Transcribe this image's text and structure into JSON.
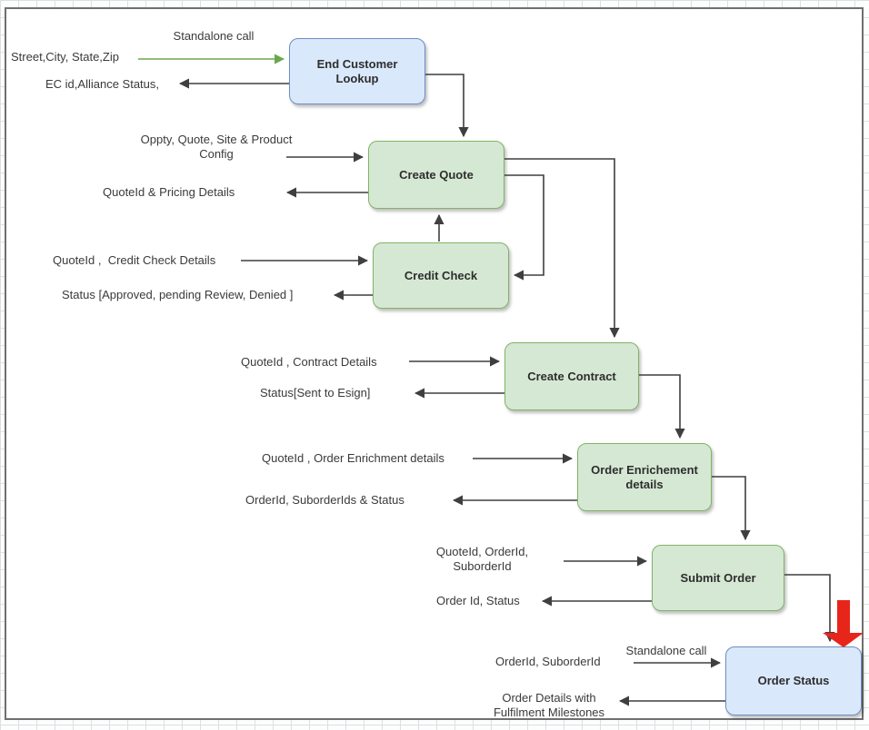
{
  "colors": {
    "node_green_fill": "#d5e8d4",
    "node_green_stroke": "#82b366",
    "node_blue_fill": "#dae8fc",
    "node_blue_stroke": "#6c8ebf",
    "connector": "#3f3f3f",
    "green_connector": "#6aa84f",
    "red_arrow": "#e8251a"
  },
  "nodes": {
    "end_customer_lookup": "End Customer Lookup",
    "create_quote": "Create Quote",
    "credit_check": "Credit Check",
    "create_contract": "Create Contract",
    "order_enrichment": "Order Enrichement details",
    "submit_order": "Submit Order",
    "order_status": "Order Status"
  },
  "labels": {
    "standalone_call_top": "Standalone call",
    "street_city_state_zip": "Street,City, State,Zip",
    "ec_id_alliance_status": "EC id,Alliance Status,",
    "oppty_quote_site_product_config": "Oppty, Quote, Site & Product Config",
    "quoteid_pricing_details": "QuoteId & Pricing Details",
    "quoteid_credit_check_details": "QuoteId ,  Credit Check Details",
    "status_approved_pending_denied": "Status [Approved, pending Review, Denied ]",
    "quoteid_contract_details": "QuoteId , Contract Details",
    "status_sent_to_esign": "Status[Sent to Esign]",
    "quoteid_order_enrichment_details": "QuoteId , Order Enrichment details",
    "orderid_suborderids_status": "OrderId, SuborderIds & Status",
    "quoteid_orderid_suborderid": "QuoteId, OrderId, SuborderId",
    "order_id_status": "Order Id, Status",
    "orderid_suborderid": "OrderId, SuborderId",
    "standalone_call_bottom": "Standalone call",
    "order_details_fulfilment": "Order Details with Fulfilment Milestones"
  }
}
